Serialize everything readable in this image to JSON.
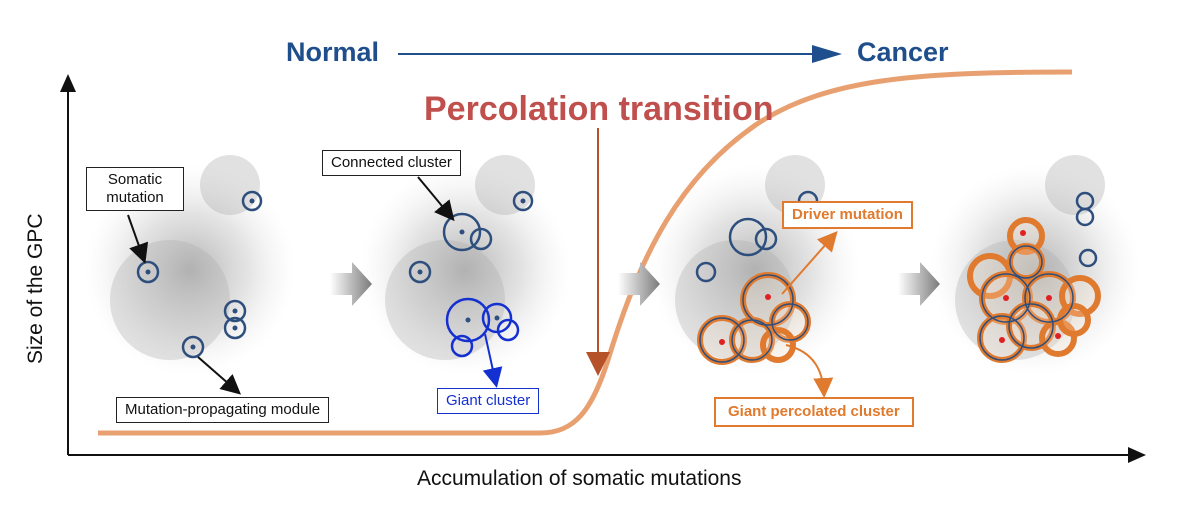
{
  "header": {
    "normal": "Normal",
    "cancer": "Cancer",
    "transition": "Percolation transition"
  },
  "axes": {
    "x_label": "Accumulation of somatic mutations",
    "y_label": "Size of the GPC"
  },
  "callouts": {
    "somatic_mutation": [
      "Somatic",
      "mutation"
    ],
    "connected_cluster": "Connected cluster",
    "mutation_module": "Mutation-propagating module",
    "giant_cluster": "Giant cluster",
    "driver_mutation": "Driver mutation",
    "giant_percolated": "Giant percolated cluster"
  },
  "colors": {
    "normal_blue": "#1f4e8c",
    "mutation_ring": "#2e4f7d",
    "giant_blue": "#1530d0",
    "orange": "#e07a2e",
    "curve": "#e8a070",
    "transition_red": "#c0504d",
    "driver_dot": "#e02020"
  }
}
